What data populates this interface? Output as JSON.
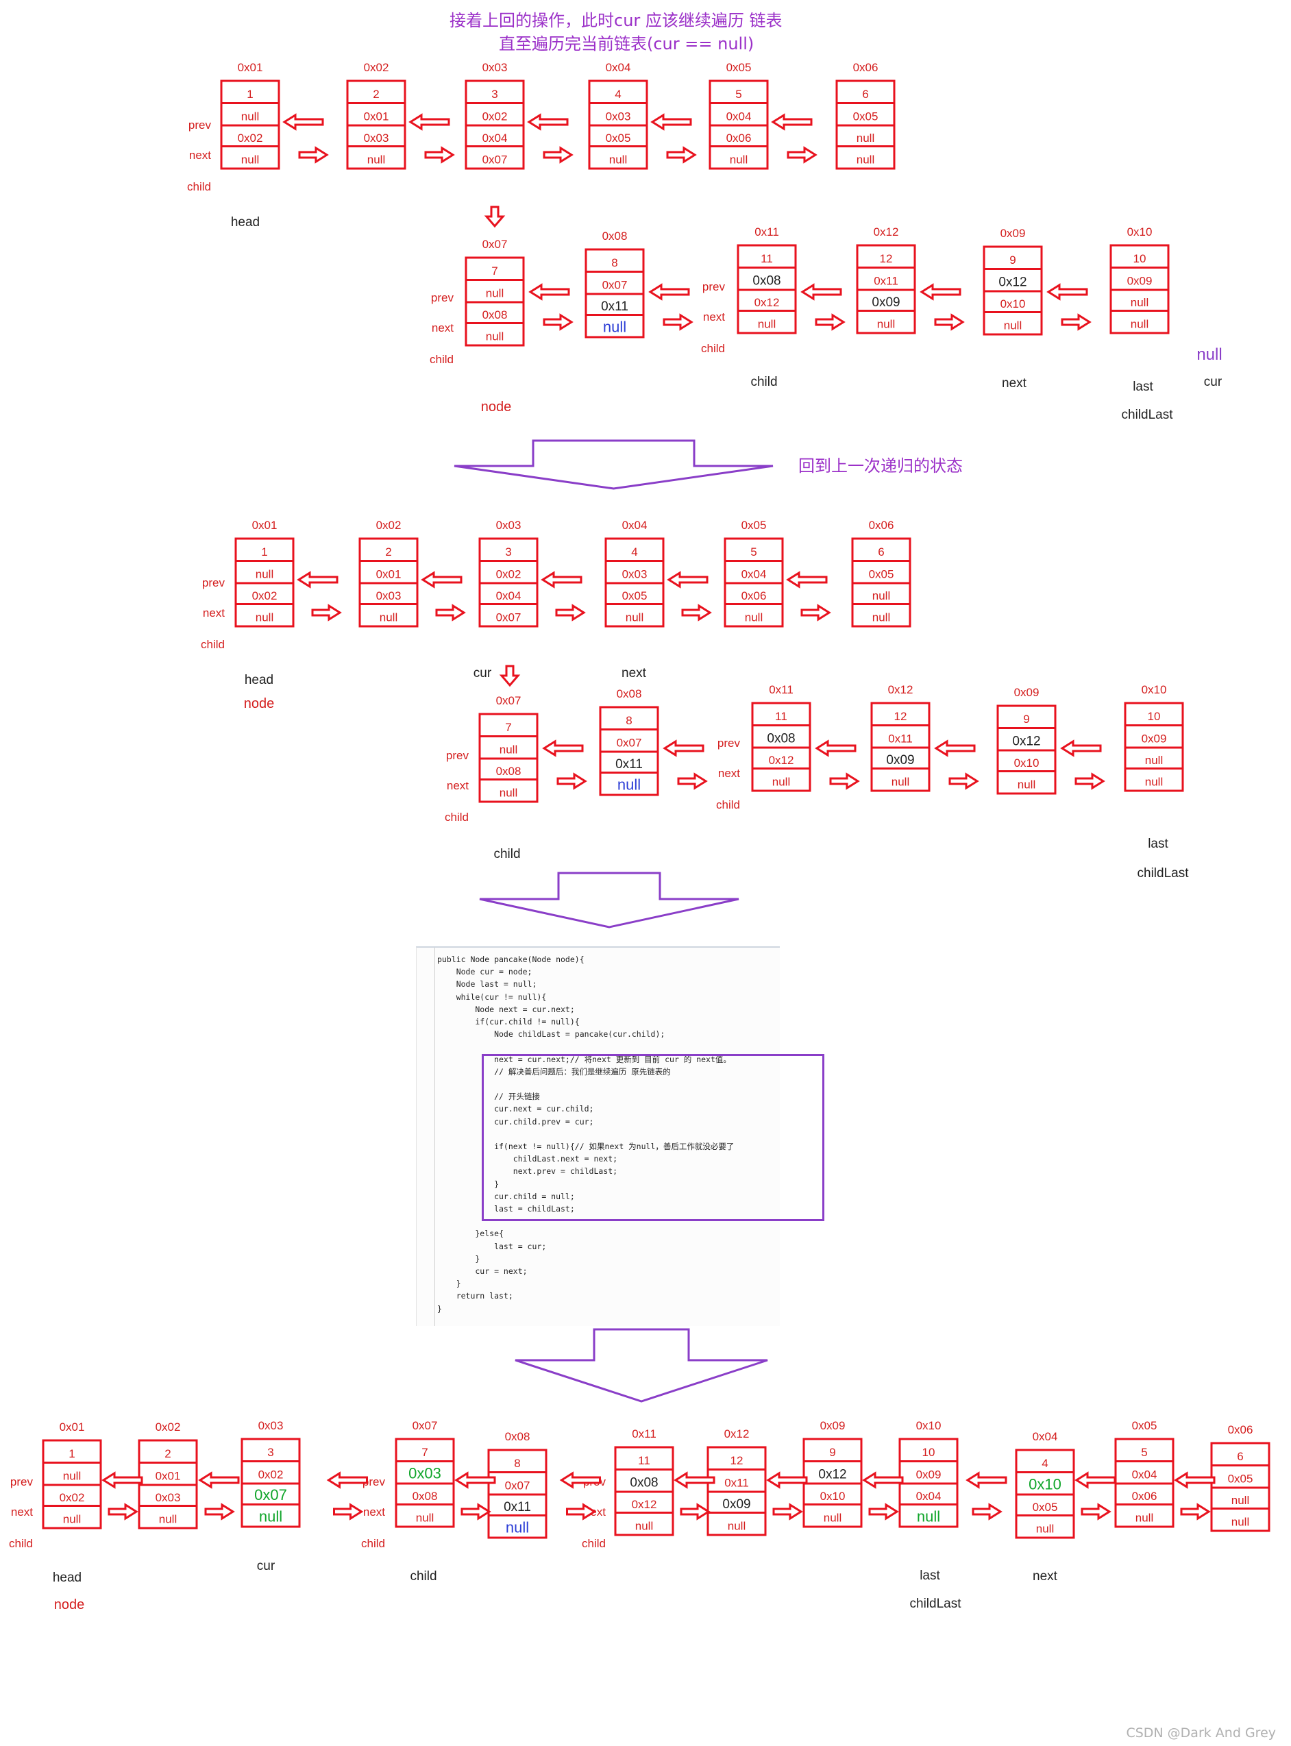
{
  "notes": {
    "top_line1": "接着上回的操作，此时cur 应该继续遍历 链表",
    "top_line2": "直至遍历完当前链表(cur == null)",
    "back_to_prev": "回到上一次递归的状态"
  },
  "colors": {
    "box": "#e8121e",
    "label": "#d41e1e",
    "dark": "#222222",
    "blue": "#2c3ed6",
    "green": "#10a52a",
    "purple": "#8a3ec8"
  },
  "panels": [
    {
      "nodes": [
        {
          "addr": "0x01",
          "val": "1",
          "prev": "null",
          "next": "0x02",
          "child": "null"
        },
        {
          "addr": "0x02",
          "val": "2",
          "prev": "0x01",
          "next": "0x03",
          "child": "null"
        },
        {
          "addr": "0x03",
          "val": "3",
          "prev": "0x02",
          "next": "0x04",
          "child": "0x07"
        },
        {
          "addr": "0x04",
          "val": "4",
          "prev": "0x03",
          "next": "0x05",
          "child": "null"
        },
        {
          "addr": "0x05",
          "val": "5",
          "prev": "0x04",
          "next": "0x06",
          "child": "null"
        },
        {
          "addr": "0x06",
          "val": "6",
          "prev": "0x05",
          "next": "null",
          "child": "null"
        },
        {
          "addr": "0x07",
          "val": "7",
          "prev": "null",
          "next": "0x08",
          "child": "null"
        },
        {
          "addr": "0x08",
          "val": "8",
          "prev": "0x07",
          "next": "0x11",
          "child": "null"
        },
        {
          "addr": "0x11",
          "val": "11",
          "prev": "0x08",
          "next": "0x12",
          "child": "null"
        },
        {
          "addr": "0x12",
          "val": "12",
          "prev": "0x11",
          "next": "0x09",
          "child": "null"
        },
        {
          "addr": "0x09",
          "val": "9",
          "prev": "0x12",
          "next": "0x10",
          "child": "null"
        },
        {
          "addr": "0x10",
          "val": "10",
          "prev": "0x09",
          "next": "null",
          "child": "null"
        }
      ],
      "row_labels": [
        "prev",
        "next",
        "child"
      ],
      "tags": [
        "head",
        "node",
        "child",
        "next",
        "last",
        "childLast",
        "null",
        "cur"
      ]
    },
    {
      "nodes": [
        {
          "addr": "0x01",
          "val": "1",
          "prev": "null",
          "next": "0x02",
          "child": "null"
        },
        {
          "addr": "0x02",
          "val": "2",
          "prev": "0x01",
          "next": "0x03",
          "child": "null"
        },
        {
          "addr": "0x03",
          "val": "3",
          "prev": "0x02",
          "next": "0x04",
          "child": "0x07"
        },
        {
          "addr": "0x04",
          "val": "4",
          "prev": "0x03",
          "next": "0x05",
          "child": "null"
        },
        {
          "addr": "0x05",
          "val": "5",
          "prev": "0x04",
          "next": "0x06",
          "child": "null"
        },
        {
          "addr": "0x06",
          "val": "6",
          "prev": "0x05",
          "next": "null",
          "child": "null"
        },
        {
          "addr": "0x07",
          "val": "7",
          "prev": "null",
          "next": "0x08",
          "child": "null"
        },
        {
          "addr": "0x08",
          "val": "8",
          "prev": "0x07",
          "next": "0x11",
          "child": "null"
        },
        {
          "addr": "0x11",
          "val": "11",
          "prev": "0x08",
          "next": "0x12",
          "child": "null"
        },
        {
          "addr": "0x12",
          "val": "12",
          "prev": "0x11",
          "next": "0x09",
          "child": "null"
        },
        {
          "addr": "0x09",
          "val": "9",
          "prev": "0x12",
          "next": "0x10",
          "child": "null"
        },
        {
          "addr": "0x10",
          "val": "10",
          "prev": "0x09",
          "next": "null",
          "child": "null"
        }
      ],
      "row_labels": [
        "prev",
        "next",
        "child"
      ],
      "tags": [
        "head",
        "node",
        "cur",
        "next",
        "child",
        "last",
        "childLast"
      ]
    },
    {
      "nodes": [
        {
          "addr": "0x01",
          "val": "1",
          "prev": "null",
          "next": "0x02",
          "child": "null"
        },
        {
          "addr": "0x02",
          "val": "2",
          "prev": "0x01",
          "next": "0x03",
          "child": "null"
        },
        {
          "addr": "0x03",
          "val": "3",
          "prev": "0x02",
          "next": "0x07",
          "child": "null"
        },
        {
          "addr": "0x07",
          "val": "7",
          "prev": "0x03",
          "next": "0x08",
          "child": "null"
        },
        {
          "addr": "0x08",
          "val": "8",
          "prev": "0x07",
          "next": "0x11",
          "child": "null"
        },
        {
          "addr": "0x11",
          "val": "11",
          "prev": "0x08",
          "next": "0x12",
          "child": "null"
        },
        {
          "addr": "0x12",
          "val": "12",
          "prev": "0x11",
          "next": "0x09",
          "child": "null"
        },
        {
          "addr": "0x09",
          "val": "9",
          "prev": "0x12",
          "next": "0x10",
          "child": "null"
        },
        {
          "addr": "0x10",
          "val": "10",
          "prev": "0x09",
          "next": "0x04",
          "child": "null"
        },
        {
          "addr": "0x04",
          "val": "4",
          "prev": "0x10",
          "next": "0x05",
          "child": "null"
        },
        {
          "addr": "0x05",
          "val": "5",
          "prev": "0x04",
          "next": "0x06",
          "child": "null"
        },
        {
          "addr": "0x06",
          "val": "6",
          "prev": "0x05",
          "next": "null",
          "child": "null"
        }
      ],
      "row_labels": [
        "prev",
        "next",
        "child"
      ],
      "tags": [
        "head",
        "node",
        "cur",
        "child",
        "last",
        "childLast",
        "next"
      ]
    }
  ],
  "code": [
    "public Node pancake(Node node){",
    "    Node cur = node;",
    "    Node last = null;",
    "    while(cur != null){",
    "        Node next = cur.next;",
    "        if(cur.child != null){",
    "            Node childLast = pancake(cur.child);",
    "",
    "            next = cur.next;// 将next 更新到 目前 cur 的 next值。",
    "            // 解决善后问题后：我们是继续遍历 原先链表的",
    "",
    "            // 开头链接",
    "            cur.next = cur.child;",
    "            cur.child.prev = cur;",
    "",
    "            if(next != null){// 如果next 为null，善后工作就没必要了",
    "                childLast.next = next;",
    "                next.prev = childLast;",
    "            }",
    "            cur.child = null;",
    "            last = childLast;",
    "",
    "        }else{",
    "            last = cur;",
    "        }",
    "        cur = next;",
    "    }",
    "    return last;",
    "}"
  ],
  "watermark": "CSDN @Dark And Grey"
}
